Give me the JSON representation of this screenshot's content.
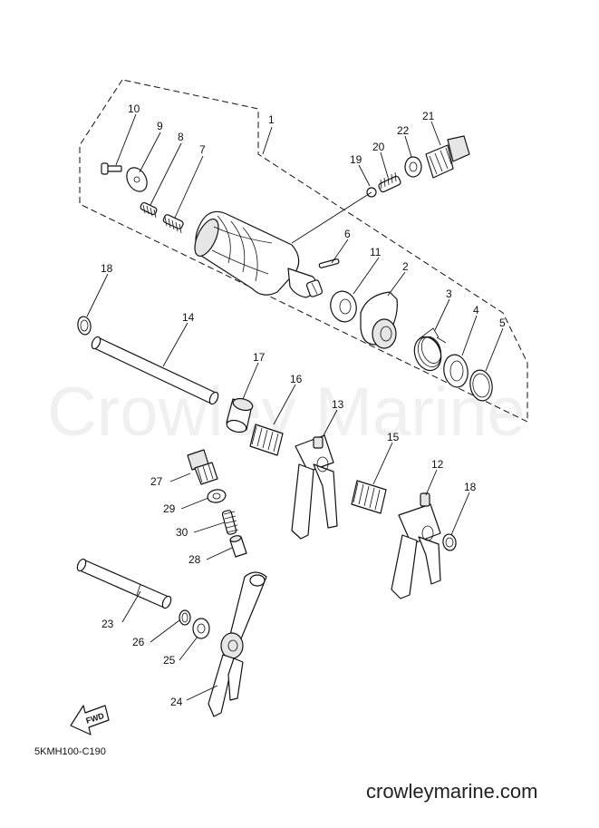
{
  "watermark_text": "Crowley Marine",
  "diagram_code": "5KMH100-C190",
  "site_footer": "crowleymarine.com",
  "fwd_label": "FWD",
  "callouts": {
    "p1": "1",
    "p2": "2",
    "p3": "3",
    "p4": "4",
    "p5": "5",
    "p6": "6",
    "p7": "7",
    "p8": "8",
    "p9": "9",
    "p10": "10",
    "p11": "11",
    "p12": "12",
    "p13": "13",
    "p14": "14",
    "p15": "15",
    "p16": "16",
    "p17": "17",
    "p18a": "18",
    "p18b": "18",
    "p19": "19",
    "p20": "20",
    "p21": "21",
    "p22": "22",
    "p23": "23",
    "p24": "24",
    "p25": "25",
    "p26": "26",
    "p27": "27",
    "p28": "28",
    "p29": "29",
    "p30": "30"
  }
}
